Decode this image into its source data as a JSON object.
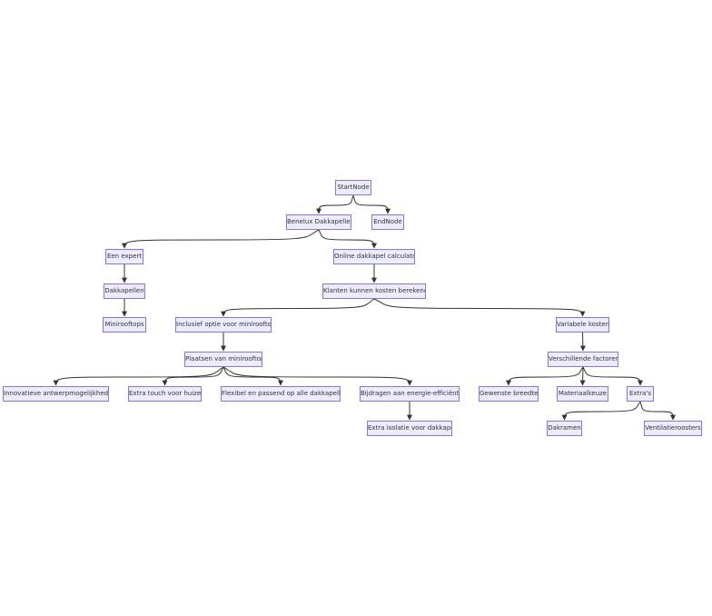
{
  "nodes": {
    "startnode": "StartNode",
    "benelux": "Benelux Dakkapellen",
    "endnode": "EndNode",
    "expert": "Een expert",
    "calculator": "Online dakkapel calculator",
    "dakkapellen": "Dakkapellen",
    "klanten": "Klanten kunnen kosten berekenen",
    "minirooftops": "Minirooftops",
    "inclusief": "Inclusief optie voor minirooftop",
    "variabele": "Variabele kosten",
    "plaatsen": "Plaatsen van minirooftop",
    "verschillende": "Verschillende factoren",
    "innovatieve": "Innovatieve antwerpmogelijkheden",
    "extra_touch": "Extra touch voor huizen",
    "flexibel": "Flexibel en passend op alle dakkapellen",
    "bijdragen": "Bijdragen aan energie-efficiëntie",
    "breedte": "Gewenste breedte",
    "materiaal": "Materiaalkeuze",
    "extras": "Extra's",
    "isolatie": "Extra isolatie voor dakkapel",
    "dakramen": "Dakramen",
    "ventilatie": "Ventilatieroosters"
  },
  "edges": [
    [
      "startnode",
      "benelux"
    ],
    [
      "startnode",
      "endnode"
    ],
    [
      "benelux",
      "expert"
    ],
    [
      "benelux",
      "calculator"
    ],
    [
      "expert",
      "dakkapellen"
    ],
    [
      "dakkapellen",
      "minirooftops"
    ],
    [
      "calculator",
      "klanten"
    ],
    [
      "klanten",
      "inclusief"
    ],
    [
      "klanten",
      "variabele"
    ],
    [
      "inclusief",
      "plaatsen"
    ],
    [
      "plaatsen",
      "innovatieve"
    ],
    [
      "plaatsen",
      "extra_touch"
    ],
    [
      "plaatsen",
      "flexibel"
    ],
    [
      "plaatsen",
      "bijdragen"
    ],
    [
      "bijdragen",
      "isolatie"
    ],
    [
      "variabele",
      "verschillende"
    ],
    [
      "verschillende",
      "breedte"
    ],
    [
      "verschillende",
      "materiaal"
    ],
    [
      "verschillende",
      "extras"
    ],
    [
      "extras",
      "dakramen"
    ],
    [
      "extras",
      "ventilatie"
    ]
  ],
  "colors": {
    "node_fill": "#ECECFF",
    "node_border": "#9370DB",
    "edge": "#333333",
    "text": "#333333"
  }
}
